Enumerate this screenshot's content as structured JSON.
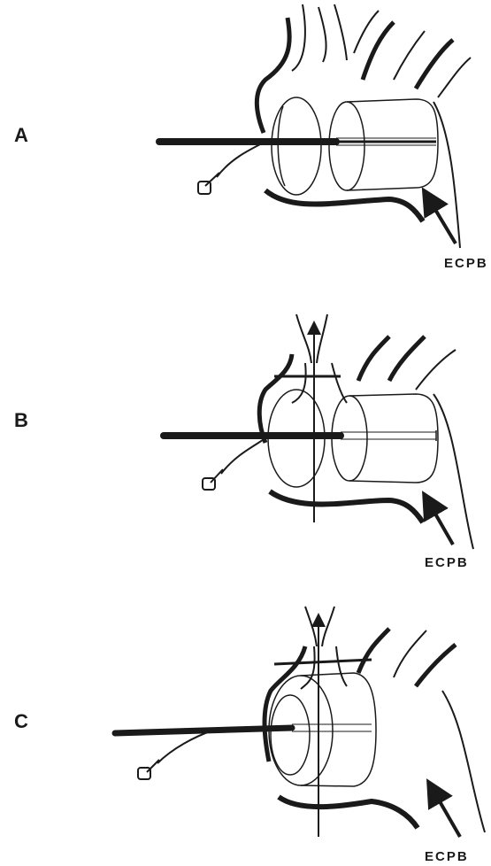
{
  "panels": [
    {
      "label": "A",
      "flow_label": "ECPB"
    },
    {
      "label": "B",
      "flow_label": "ECPB"
    },
    {
      "label": "C",
      "flow_label": "ECPB"
    }
  ],
  "colors": {
    "ink": "#1a1a1a",
    "paper": "#ffffff"
  }
}
